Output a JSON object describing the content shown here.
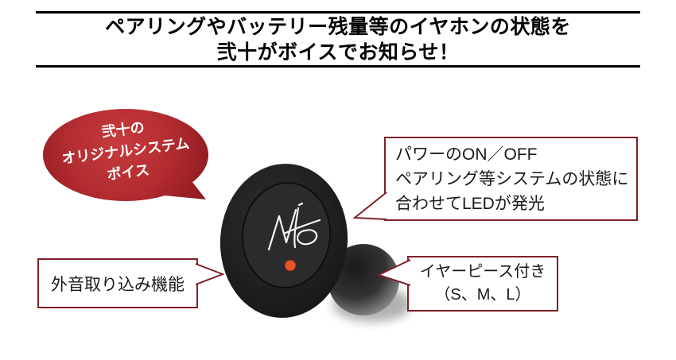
{
  "title": {
    "line1": "ペアリングやバッテリー残量等のイヤホンの状態を",
    "line2": "弐十がボイスでお知らせ！"
  },
  "speech_bubble": {
    "line1": "弐十の",
    "line2": "オリジナルシステム",
    "line3": "ボイス",
    "fill_center": "#c73c3e",
    "fill_edge": "#8c1a20",
    "text_color": "#ffffff"
  },
  "earbud": {
    "logo_icon": "nito-signature-logo",
    "body_color": "#1c1c1e",
    "face_color": "#2b2b2d",
    "led_color": "#e85426",
    "eartip_color": "#7c7c7e"
  },
  "callouts": {
    "border_color": "#7e2127",
    "led": {
      "line1": "パワーのON／OFF",
      "line2": "ペアリング等システムの状態に",
      "line3": "合わせてLEDが発光"
    },
    "ambient": {
      "label": "外音取り込み機能"
    },
    "eartips": {
      "line1": "イヤーピース付き",
      "line2": "（S、M、L）"
    }
  }
}
